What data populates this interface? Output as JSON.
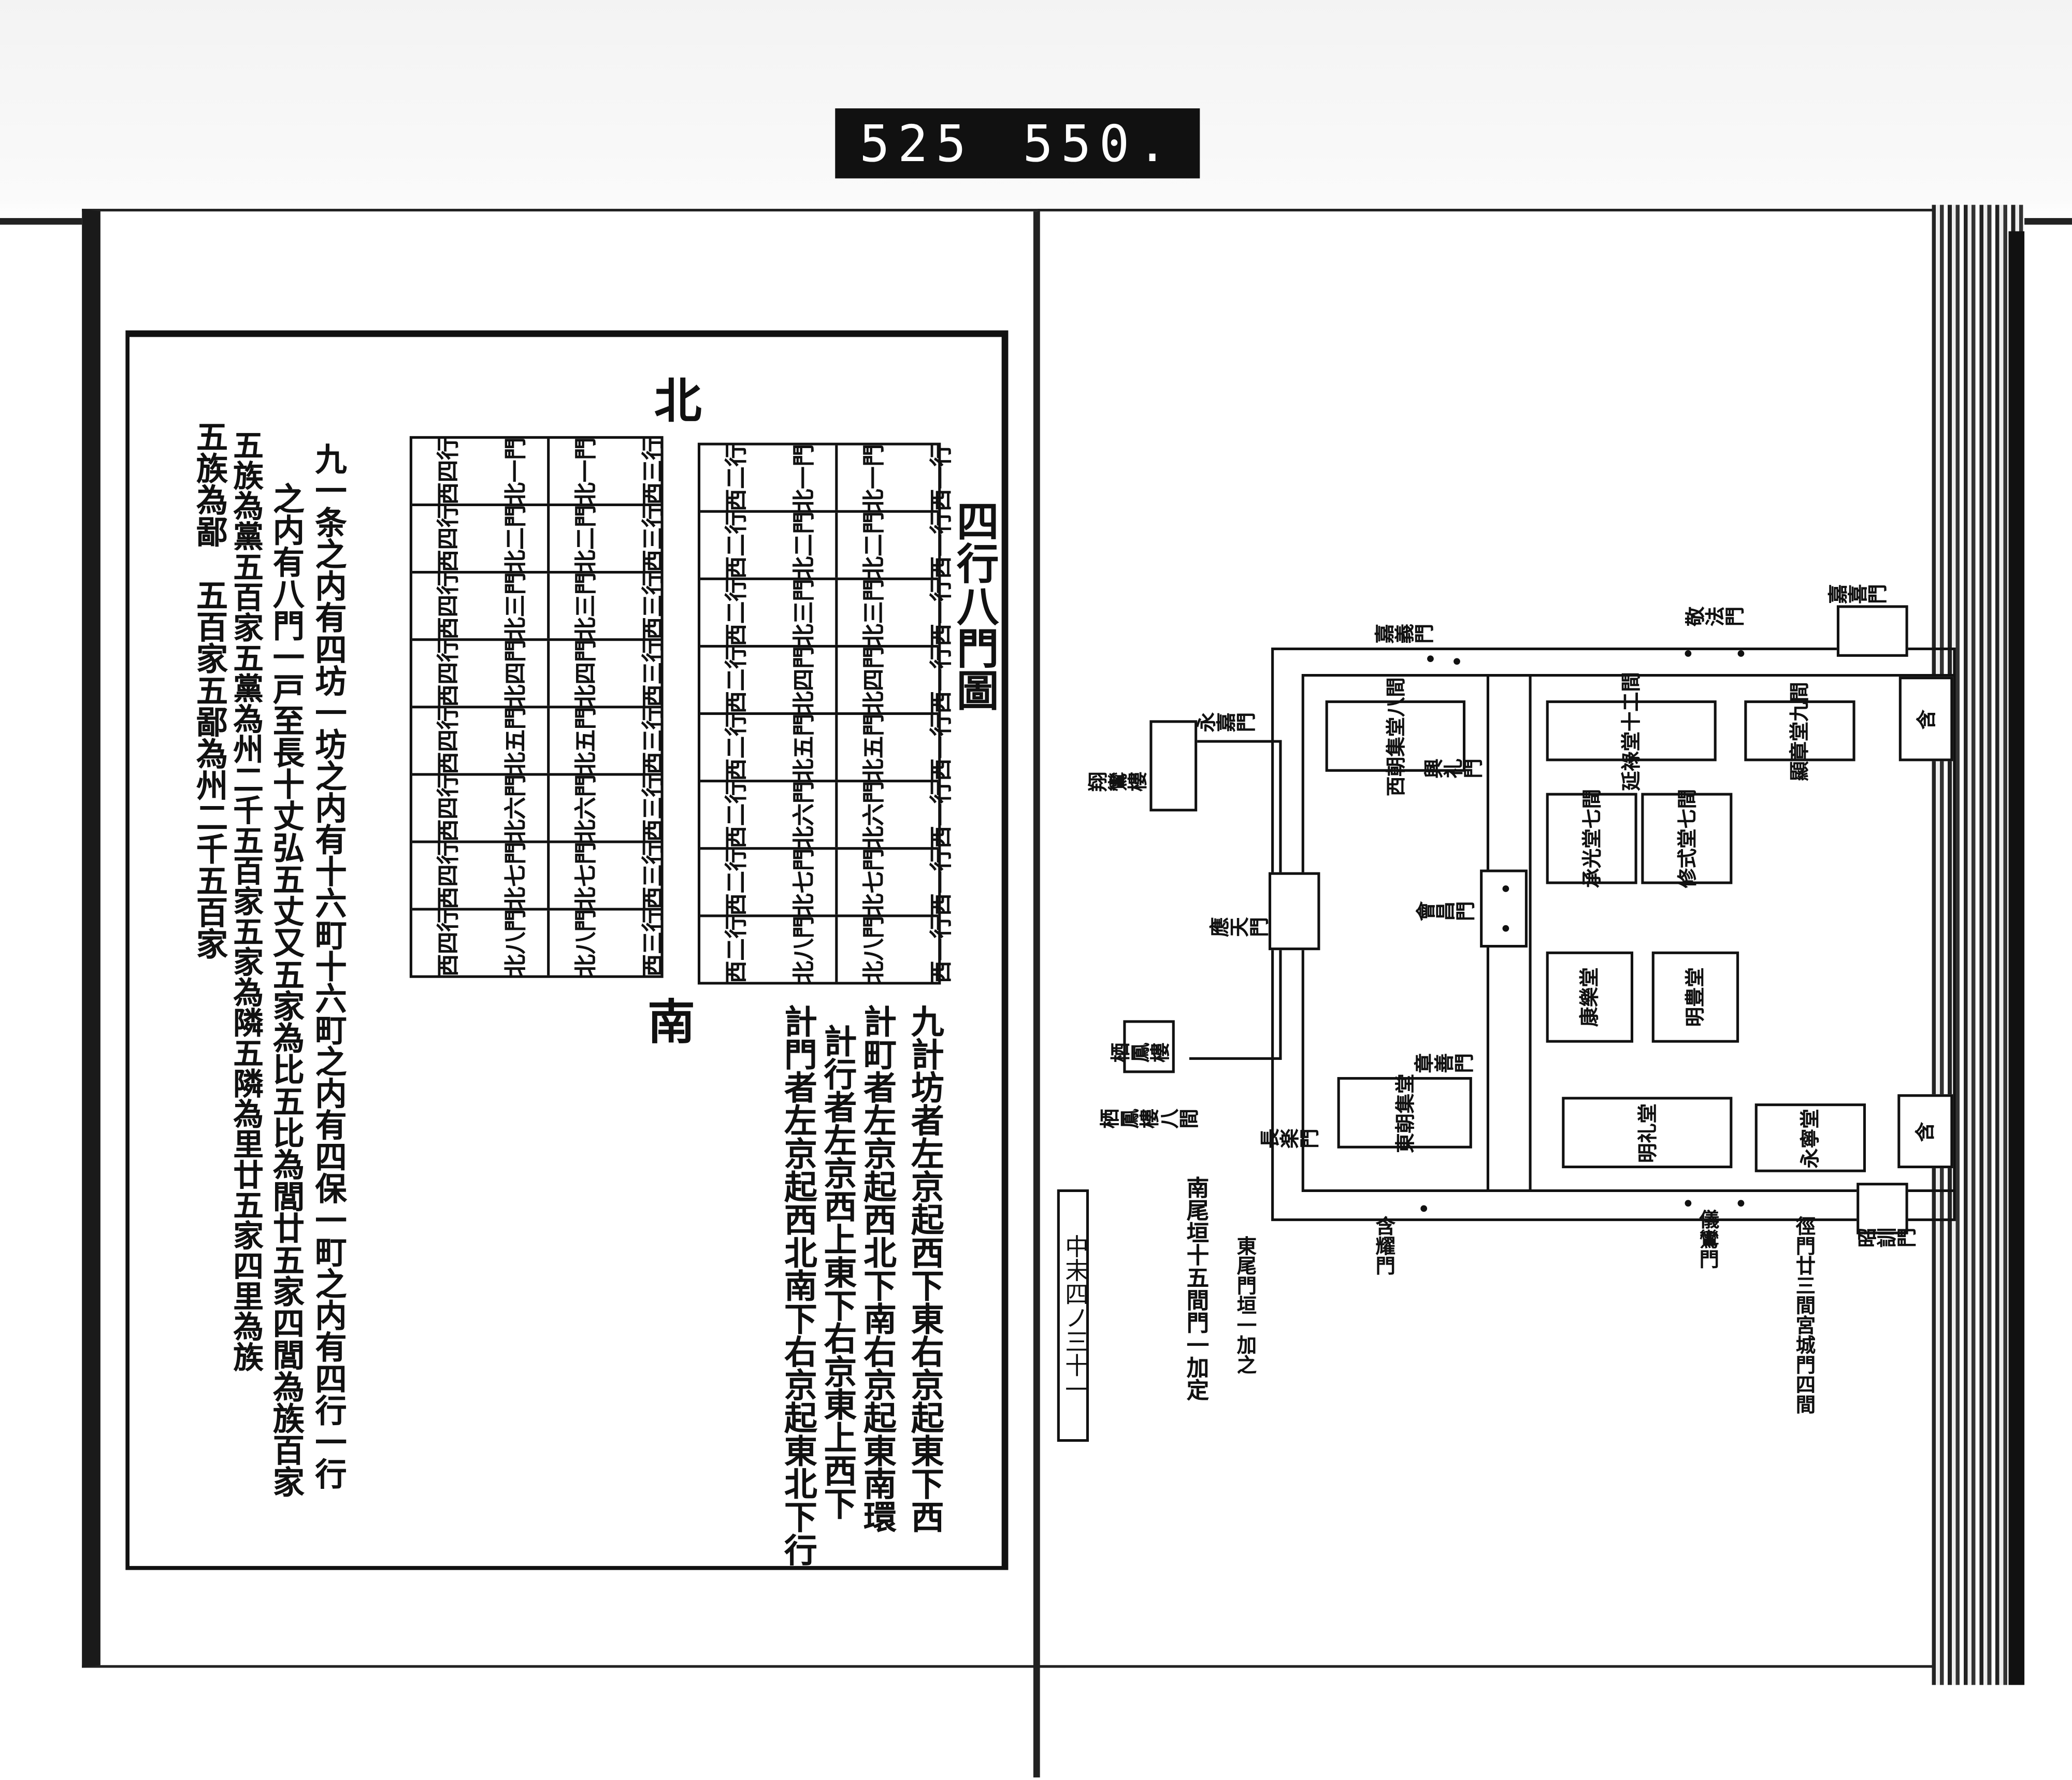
{
  "label": {
    "left": "525",
    "right": "550."
  },
  "left_page": {
    "north": "北",
    "south": "南",
    "figure_title": "四行八門圖",
    "text_columns": [
      "九一条之内有四坊一坊之内有十六町十六町之内有四保一町之内有四行一行",
      "之内有八門一戸至長十丈弘五丈又五家為比五比為閭廿五家四閭為族百家",
      "五族為黨五百家五黨為州二千五百家五家為隣五隣為里廿五家四里為族",
      "五族為鄙　五百家五鄙為州二千五百家"
    ],
    "notes": [
      "九計坊者左京起西下東右京起東下西",
      "計町者左京起西北下南右京起東南環",
      "計行者左京西上東下右京東上西下",
      "計門者左京起西北南下右京起東北下行"
    ],
    "table_left": {
      "outer": "西四行",
      "inner": "西三行",
      "gates": [
        "北一門",
        "北二門",
        "北三門",
        "北四門",
        "北五門",
        "北六門",
        "北七門",
        "北八門"
      ]
    },
    "table_right": {
      "outer": "西二行",
      "inner": "西一行",
      "gates": [
        "北一門",
        "北二門",
        "北三門",
        "北四門",
        "北五門",
        "北六門",
        "北七門",
        "北八門"
      ]
    }
  },
  "page_tag": "中末四ノ三十一",
  "plan": {
    "buildings": {
      "west_assembly": "西朝集堂八間",
      "enroku": "延祿堂十二間",
      "kensho": "顯章堂九間",
      "gan1": "含",
      "shoko": "承光堂七間",
      "shushiki": "修式堂七間",
      "koraku": "康樂堂",
      "meisei": "明豊堂",
      "east_assembly": "東朝集堂",
      "meirei": "明礼堂",
      "eisei": "永寧堂",
      "gan2": "含"
    },
    "gates": {
      "kagi": "嘉義門",
      "keiho": "敬法門",
      "kaki": "嘉喜門",
      "eika": "永嘉門",
      "kori": "興礼門",
      "kaisho": "會昌門",
      "oten": "應天門",
      "shozen": "章善門",
      "choraku": "長楽門",
      "ganyo": "含耀門",
      "giran": "儀鸞門",
      "shokun": "昭訓門"
    },
    "towers": {
      "shoran": "翔鸞樓",
      "seiho": "栖鳳樓",
      "seiho_note": "栖鳳樓八間"
    },
    "notes": [
      "南尾垣十五間門一加定",
      "東尾門垣一加之",
      "徑門廿三間宮城門四間"
    ]
  }
}
